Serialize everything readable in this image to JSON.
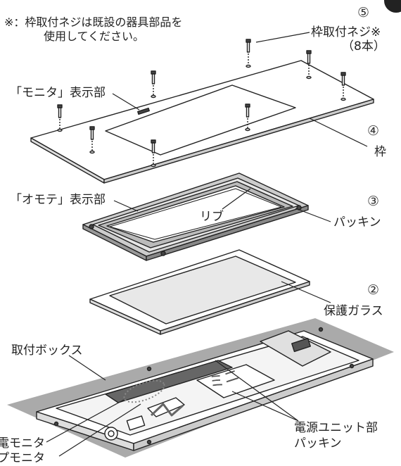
{
  "note": {
    "line1": "※：枠取付ネジは既設の器具部品を",
    "line2": "使用してください。"
  },
  "parts": [
    {
      "num": "⑤",
      "name": "枠取付ネジ※",
      "qty": "（8本）"
    },
    {
      "num": "④",
      "name": "枠"
    },
    {
      "num": "③",
      "name": "パッキン"
    },
    {
      "num": "②",
      "name": "保護ガラス"
    }
  ],
  "labels": {
    "monitor": "「モニタ」表示部",
    "omote": "「オモテ」表示部",
    "rib": "リブ",
    "box": "取付ボックス",
    "psu1": "電源ユニット部",
    "psu2": "パッキン",
    "left1": "電モニタ",
    "left2": "プモニタ"
  }
}
